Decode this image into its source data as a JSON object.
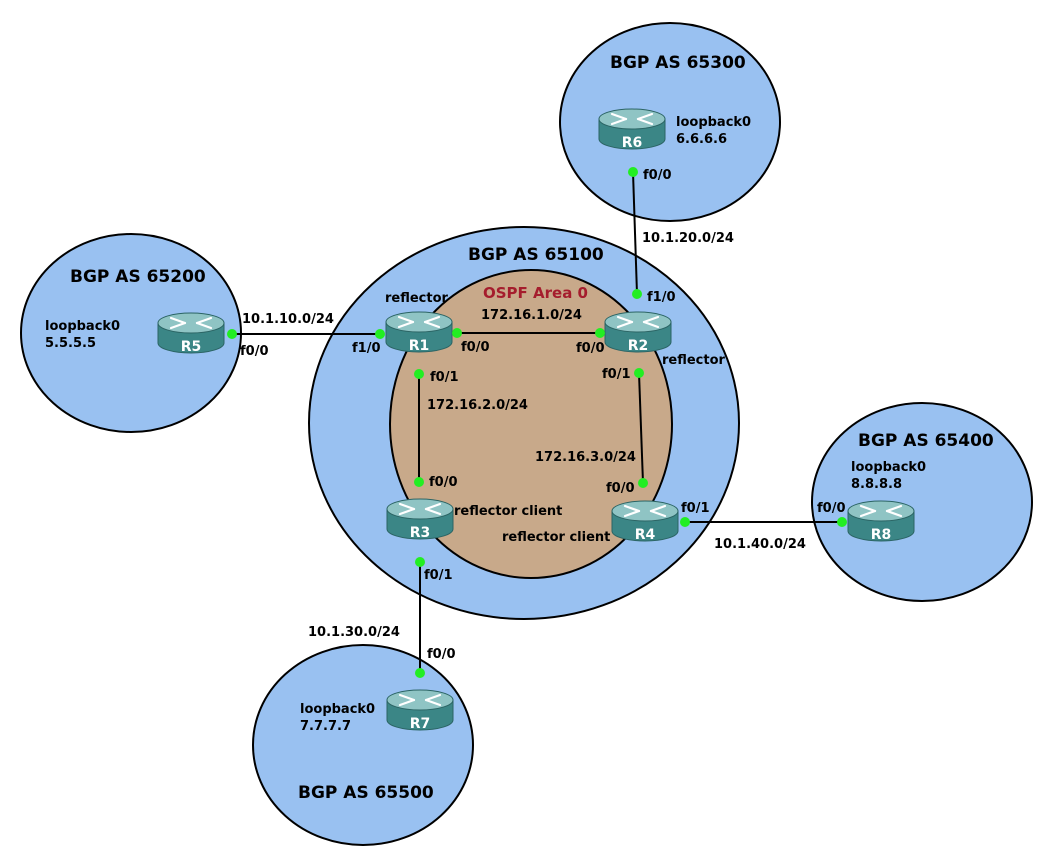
{
  "as_zones": {
    "as65100": "BGP AS 65100",
    "as65200": "BGP AS 65200",
    "as65300": "BGP AS 65300",
    "as65400": "BGP AS 65400",
    "as65500": "BGP AS 65500"
  },
  "ospf_area": "OSPF Area 0",
  "routers": {
    "r1": "R1",
    "r2": "R2",
    "r3": "R3",
    "r4": "R4",
    "r5": "R5",
    "r6": "R6",
    "r7": "R7",
    "r8": "R8"
  },
  "roles": {
    "r1": "reflector",
    "r2": "reflector",
    "r3": "reflector client",
    "r4": "reflector client"
  },
  "loopbacks": {
    "label": "loopback0",
    "r5": "5.5.5.5",
    "r6": "6.6.6.6",
    "r7": "7.7.7.7",
    "r8": "8.8.8.8"
  },
  "subnets": {
    "r5_r1": "10.1.10.0/24",
    "r6_r2": "10.1.20.0/24",
    "r3_r7": "10.1.30.0/24",
    "r4_r8": "10.1.40.0/24",
    "r1_r2": "172.16.1.0/24",
    "r1_r3": "172.16.2.0/24",
    "r2_r4": "172.16.3.0/24"
  },
  "interfaces": {
    "r5_f00": "f0/0",
    "r1_f10": "f1/0",
    "r1_f00": "f0/0",
    "r1_f01": "f0/1",
    "r2_f00": "f0/0",
    "r2_f10": "f1/0",
    "r2_f01": "f0/1",
    "r6_f00": "f0/0",
    "r3_f00": "f0/0",
    "r3_f01": "f0/1",
    "r4_f00": "f0/0",
    "r4_f01": "f0/1",
    "r7_f00": "f0/0",
    "r8_f00": "f0/0"
  },
  "colors": {
    "as_zone_fill": "#99c1f1",
    "ospf_fill": "#c8a98a",
    "ospf_title": "#a51d2d",
    "router_body": "#3f8f8f",
    "port": "#22ee22"
  },
  "icons": {
    "router": "router-icon",
    "port": "port-dot-icon"
  }
}
